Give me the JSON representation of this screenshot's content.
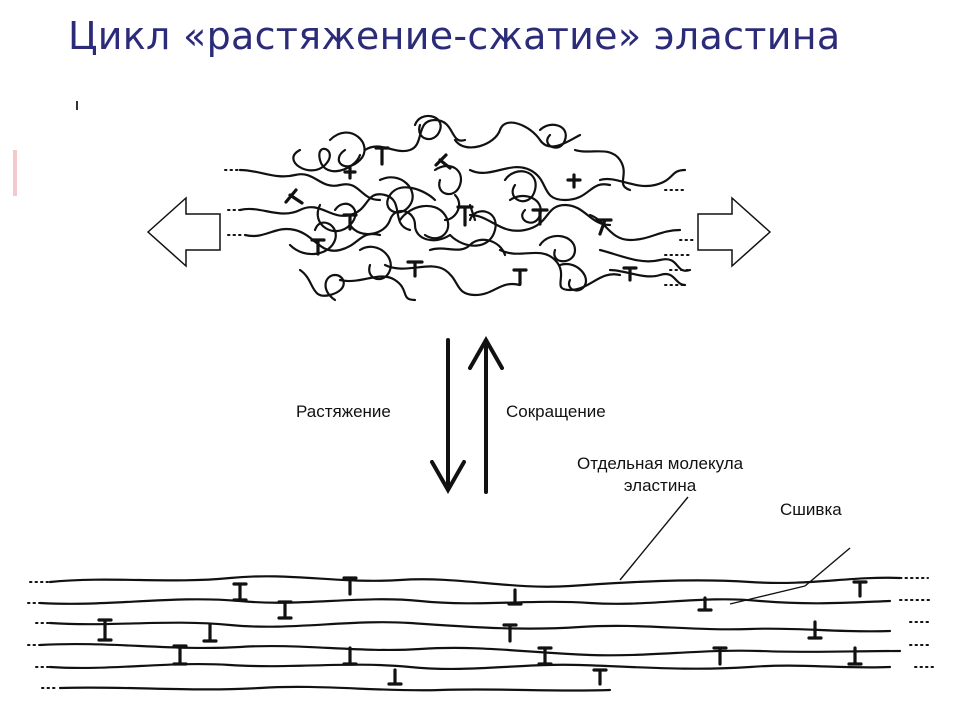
{
  "title": "Цикл «растяжение-сжатие» эластина",
  "labels": {
    "stretch": "Растяжение",
    "contraction": "Сокращение",
    "molecule": "Отдельная молекула\nэластина",
    "crosslink": "Сшивка"
  },
  "icons": {
    "left_arrow": "hollow-left-arrow-icon",
    "right_arrow": "hollow-right-arrow-icon",
    "down_arrow": "down-arrow-icon",
    "up_arrow": "up-arrow-icon"
  }
}
